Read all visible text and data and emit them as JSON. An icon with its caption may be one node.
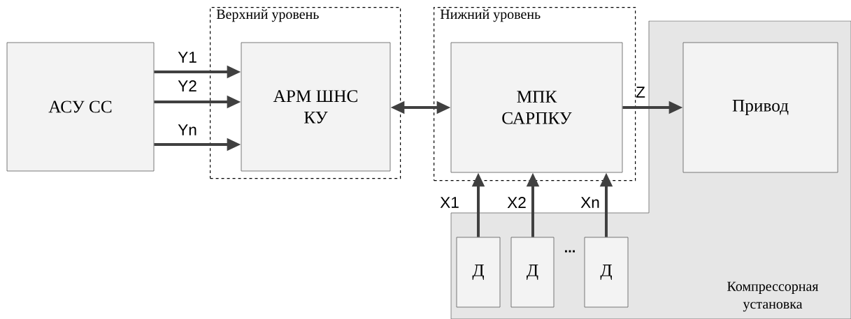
{
  "diagram": {
    "nodes": [
      {
        "text": [
          "АСУ СС"
        ]
      },
      {
        "text": [
          "Верхний уровень"
        ]
      },
      {
        "text": [
          "АРМ ШНС КУ"
        ],
        "in": 1
      },
      {
        "text": [
          "Нижний уровень"
        ]
      },
      {
        "text": [
          "МПК САРПКУ"
        ],
        "in": 3
      },
      {
        "text": [
          "Компрессорная установка"
        ]
      },
      {
        "text": [
          "Привод"
        ],
        "in": 5
      },
      {
        "text": [
          "Д"
        ],
        "in": 5
      },
      {
        "text": [
          "Д"
        ],
        "in": 5
      },
      {
        "text": [
          "Д"
        ],
        "in": 5
      }
    ],
    "edges": [
      {
        "from": 0,
        "to": 2,
        "arrow": "to",
        "label": "Y1"
      },
      {
        "from": 0,
        "to": 2,
        "arrow": "to",
        "label": "Y2"
      },
      {
        "from": 0,
        "to": 2,
        "arrow": "to",
        "label": "Yn"
      },
      {
        "from": 2,
        "to": 4,
        "arrow": "both"
      },
      {
        "from": 4,
        "to": 6,
        "arrow": "to",
        "label": "Z"
      },
      {
        "from": 7,
        "to": 4,
        "arrow": "to",
        "label": "X1"
      },
      {
        "from": 8,
        "to": 4,
        "arrow": "to",
        "label": "X2"
      },
      {
        "from": 9,
        "to": 4,
        "arrow": "to",
        "label": "Xn"
      }
    ],
    "labels": [
      "..."
    ]
  }
}
